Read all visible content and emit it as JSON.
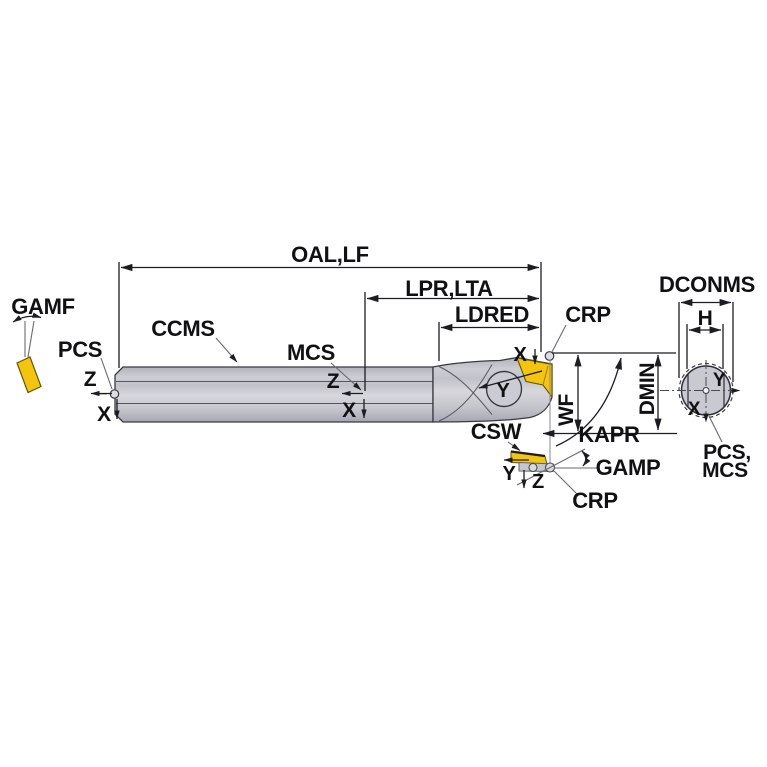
{
  "diagram": {
    "labels": {
      "oal_lf": "OAL,LF",
      "lpr_lta": "LPR,LTA",
      "ldred": "LDRED",
      "crp": "CRP",
      "dconms": "DCONMS",
      "h": "H",
      "gamf": "GAMF",
      "gamp": "GAMP",
      "pcs": "PCS",
      "ccms": "CCMS",
      "mcs": "MCS",
      "csw": "CSW",
      "kapr": "KAPR",
      "wf": "WF",
      "dmin": "DMIN",
      "pcs_mcs_line1": "PCS,",
      "pcs_mcs_line2": "MCS",
      "axis_x": "X",
      "axis_y": "Y",
      "axis_z": "Z"
    },
    "colors": {
      "insert_yellow": "#f3c50e",
      "body_gray": "#c8c8d0",
      "line_black": "#1c1c22",
      "background": "#ffffff"
    }
  }
}
